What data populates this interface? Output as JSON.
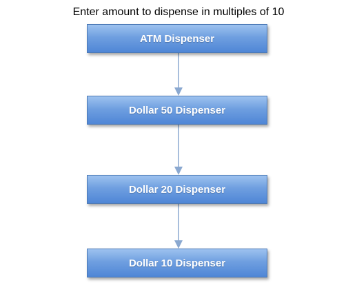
{
  "title": "Enter amount to dispense in multiples of 10",
  "nodes": [
    {
      "id": "atm",
      "label": "ATM Dispenser"
    },
    {
      "id": "d50",
      "label": "Dollar 50 Dispenser"
    },
    {
      "id": "d20",
      "label": "Dollar 20 Dispenser"
    },
    {
      "id": "d10",
      "label": "Dollar 10 Dispenser"
    }
  ],
  "edges": [
    {
      "from": "atm",
      "to": "d50"
    },
    {
      "from": "d50",
      "to": "d20"
    },
    {
      "from": "d20",
      "to": "d10"
    }
  ],
  "colors": {
    "box_top": "#9dc2ef",
    "box_bottom": "#4f86d6",
    "box_border": "#4a78b5",
    "arrow": "#8aa8d0"
  }
}
